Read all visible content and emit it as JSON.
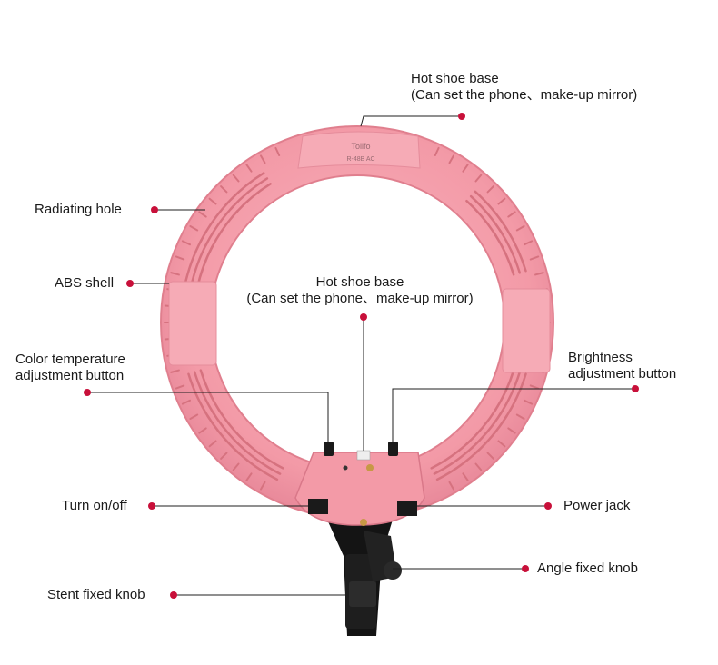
{
  "product": {
    "brand": "Tolifo",
    "model": "R-48B AC",
    "colors": {
      "ring": "#f39aa7",
      "ring_dark": "#e07f8e",
      "ring_inner": "#f7b5bf",
      "leader": "#1f1f1f",
      "dot": "#c8103a",
      "base": "#141414"
    }
  },
  "callouts": {
    "hot_shoe_top": {
      "line1": "Hot shoe base",
      "line2": "(Can set the phone、make-up mirror)"
    },
    "radiating_hole": {
      "line1": "Radiating hole"
    },
    "abs_shell": {
      "line1": "ABS shell"
    },
    "hot_shoe_center": {
      "line1": "Hot shoe base",
      "line2": "(Can set the phone、make-up mirror)"
    },
    "color_temp": {
      "line1": "Color temperature",
      "line2": "adjustment button"
    },
    "brightness": {
      "line1": "Brightness",
      "line2": "adjustment button"
    },
    "power_switch": {
      "line1": "Turn on/off"
    },
    "power_jack": {
      "line1": "Power jack"
    },
    "angle_knob": {
      "line1": "Angle fixed knob"
    },
    "stent_knob": {
      "line1": "Stent fixed knob"
    }
  }
}
